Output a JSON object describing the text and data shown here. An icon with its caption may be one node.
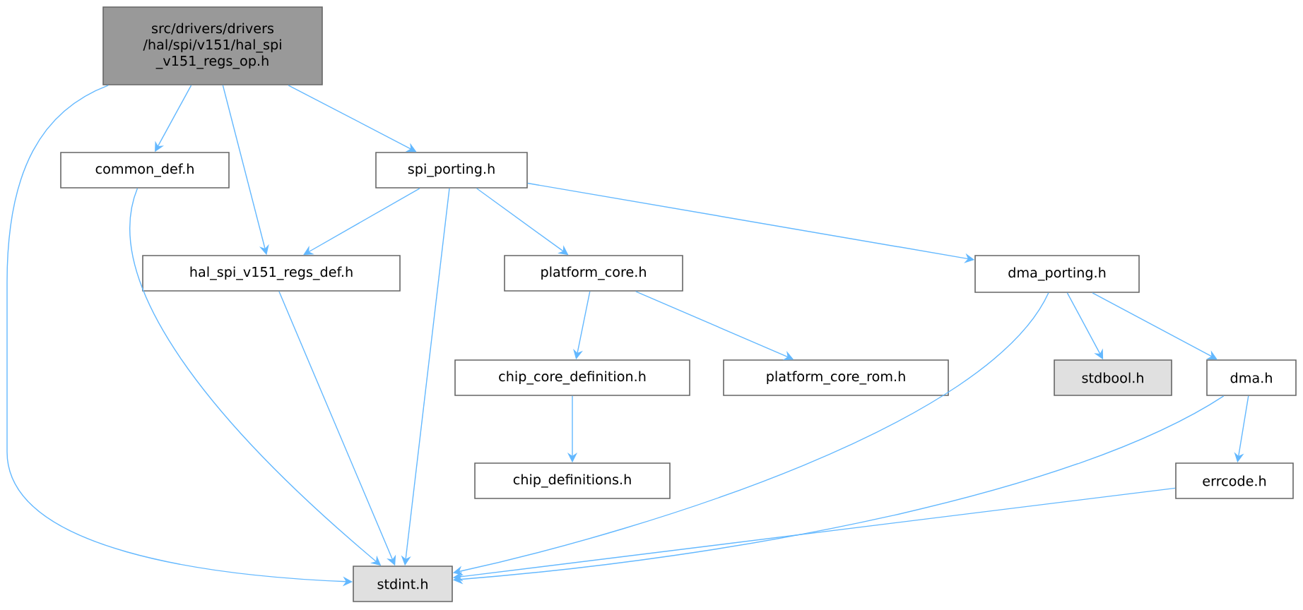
{
  "diagram": {
    "nodes": [
      {
        "text": [
          "src/drivers/drivers /hal/spi/v151/hal_spi _v151_regs_op.h"
        ]
      },
      {
        "text": [
          "common_def.h"
        ]
      },
      {
        "text": [
          "hal_spi_v151_regs_def.h"
        ]
      },
      {
        "text": [
          "spi_porting.h"
        ]
      },
      {
        "text": [
          "platform_core.h"
        ]
      },
      {
        "text": [
          "dma_porting.h"
        ]
      },
      {
        "text": [
          "chip_core_definition.h"
        ]
      },
      {
        "text": [
          "platform_core_rom.h"
        ]
      },
      {
        "text": [
          "stdbool.h"
        ]
      },
      {
        "text": [
          "dma.h"
        ]
      },
      {
        "text": [
          "chip_definitions.h"
        ]
      },
      {
        "text": [
          "errcode.h"
        ]
      },
      {
        "text": [
          "stdint.h"
        ]
      }
    ],
    "edges": [
      {
        "from": 0,
        "to": 12,
        "arrow": "to"
      },
      {
        "from": 0,
        "to": 1,
        "arrow": "to"
      },
      {
        "from": 0,
        "to": 2,
        "arrow": "to"
      },
      {
        "from": 0,
        "to": 3,
        "arrow": "to"
      },
      {
        "from": 1,
        "to": 12,
        "arrow": "to"
      },
      {
        "from": 3,
        "to": 2,
        "arrow": "to"
      },
      {
        "from": 3,
        "to": 12,
        "arrow": "to"
      },
      {
        "from": 3,
        "to": 4,
        "arrow": "to"
      },
      {
        "from": 3,
        "to": 5,
        "arrow": "to"
      },
      {
        "from": 2,
        "to": 12,
        "arrow": "to"
      },
      {
        "from": 4,
        "to": 6,
        "arrow": "to"
      },
      {
        "from": 4,
        "to": 7,
        "arrow": "to"
      },
      {
        "from": 6,
        "to": 10,
        "arrow": "to"
      },
      {
        "from": 5,
        "to": 12,
        "arrow": "to"
      },
      {
        "from": 5,
        "to": 8,
        "arrow": "to"
      },
      {
        "from": 5,
        "to": 9,
        "arrow": "to"
      },
      {
        "from": 9,
        "to": 12,
        "arrow": "to"
      },
      {
        "from": 9,
        "to": 11,
        "arrow": "to"
      },
      {
        "from": 11,
        "to": 12,
        "arrow": "to"
      }
    ]
  }
}
